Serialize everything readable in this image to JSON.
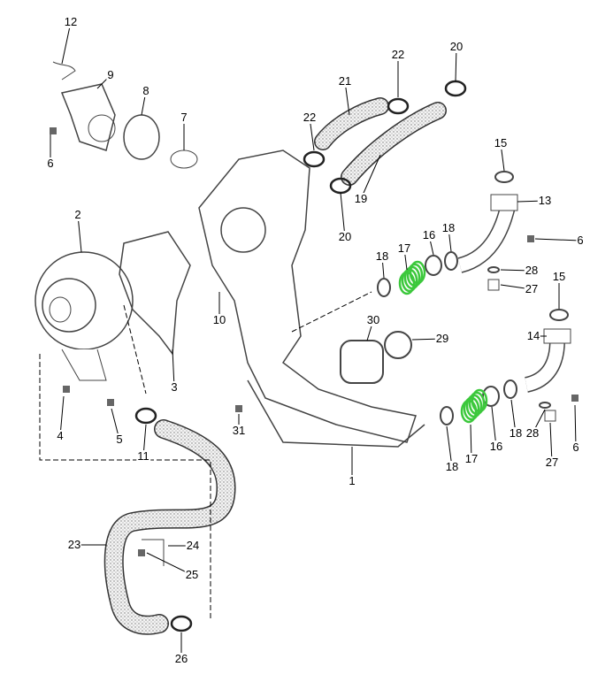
{
  "diagram": {
    "callouts": [
      "12",
      "9",
      "8",
      "7",
      "6",
      "22",
      "20",
      "21",
      "22",
      "15",
      "13",
      "19",
      "20",
      "6",
      "2",
      "3",
      "18",
      "17",
      "16",
      "18",
      "28",
      "27",
      "15",
      "10",
      "30",
      "29",
      "14",
      "4",
      "5",
      "11",
      "31",
      "1",
      "18",
      "17",
      "16",
      "18",
      "28",
      "27",
      "6",
      "23",
      "24",
      "25",
      "26"
    ]
  },
  "colors": {
    "line": "#000000",
    "part": "#444444",
    "spring": "#3cc83c",
    "hose_fill": "#e8e8e8"
  }
}
